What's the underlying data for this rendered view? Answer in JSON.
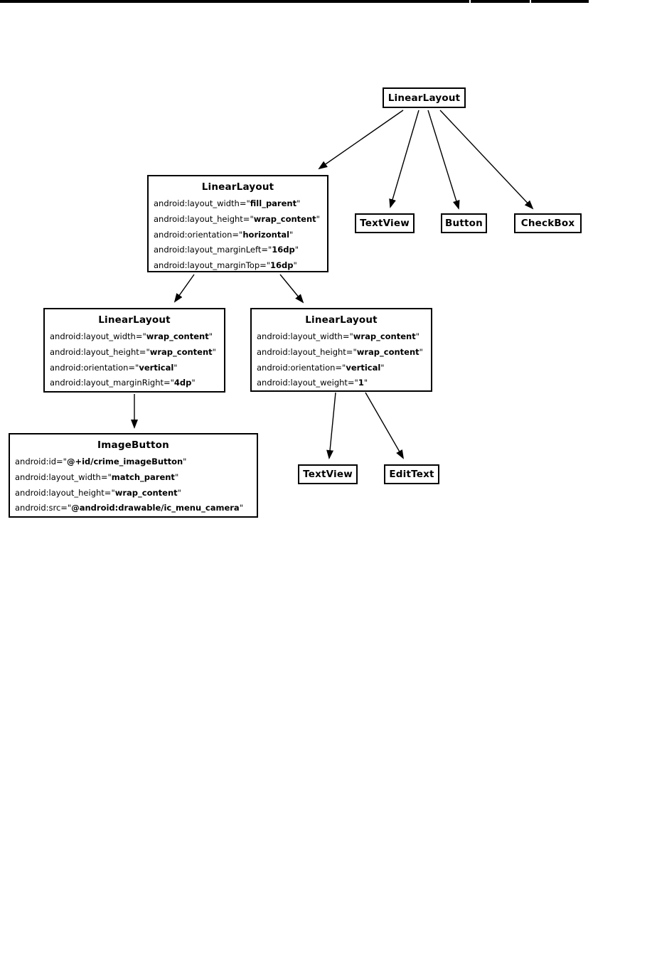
{
  "top_bar": {
    "color": "#000000"
  },
  "diagram": {
    "nodes": {
      "root": {
        "title": "LinearLayout"
      },
      "row_container": {
        "title": "LinearLayout",
        "attrs": [
          {
            "prefix": "android:layout_width=\"",
            "value": "fill_parent",
            "suffix": "\""
          },
          {
            "prefix": "android:layout_height=\"",
            "value": "wrap_content",
            "suffix": "\""
          },
          {
            "prefix": "android:orientation=\"",
            "value": "horizontal",
            "suffix": "\""
          },
          {
            "prefix": "android:layout_marginLeft=\"",
            "value": "16dp",
            "suffix": "\""
          },
          {
            "prefix": "android:layout_marginTop=\"",
            "value": "16dp",
            "suffix": "\""
          }
        ]
      },
      "textview_top": {
        "title": "TextView"
      },
      "button": {
        "title": "Button"
      },
      "checkbox": {
        "title": "CheckBox"
      },
      "left_column": {
        "title": "LinearLayout",
        "attrs": [
          {
            "prefix": "android:layout_width=\"",
            "value": "wrap_content",
            "suffix": "\""
          },
          {
            "prefix": "android:layout_height=\"",
            "value": "wrap_content",
            "suffix": "\""
          },
          {
            "prefix": "android:orientation=\"",
            "value": "vertical",
            "suffix": "\""
          },
          {
            "prefix": "android:layout_marginRight=\"",
            "value": "4dp",
            "suffix": "\""
          }
        ]
      },
      "right_column": {
        "title": "LinearLayout",
        "attrs": [
          {
            "prefix": "android:layout_width=\"",
            "value": "wrap_content",
            "suffix": "\""
          },
          {
            "prefix": "android:layout_height=\"",
            "value": "wrap_content",
            "suffix": "\""
          },
          {
            "prefix": "android:orientation=\"",
            "value": "vertical",
            "suffix": "\""
          },
          {
            "prefix": "android:layout_weight=\"",
            "value": "1",
            "suffix": "\""
          }
        ]
      },
      "imagebutton": {
        "title": "ImageButton",
        "attrs": [
          {
            "prefix": "android:id=\"",
            "value": "@+id/crime_imageButton",
            "suffix": "\""
          },
          {
            "prefix": "android:layout_width=\"",
            "value": "match_parent",
            "suffix": "\""
          },
          {
            "prefix": "android:layout_height=\"",
            "value": "wrap_content",
            "suffix": "\""
          },
          {
            "prefix": "android:src=\"",
            "value": "@android:drawable/ic_menu_camera",
            "suffix": "\""
          }
        ]
      },
      "textview_bottom": {
        "title": "TextView"
      },
      "edittext": {
        "title": "EditText"
      }
    }
  }
}
